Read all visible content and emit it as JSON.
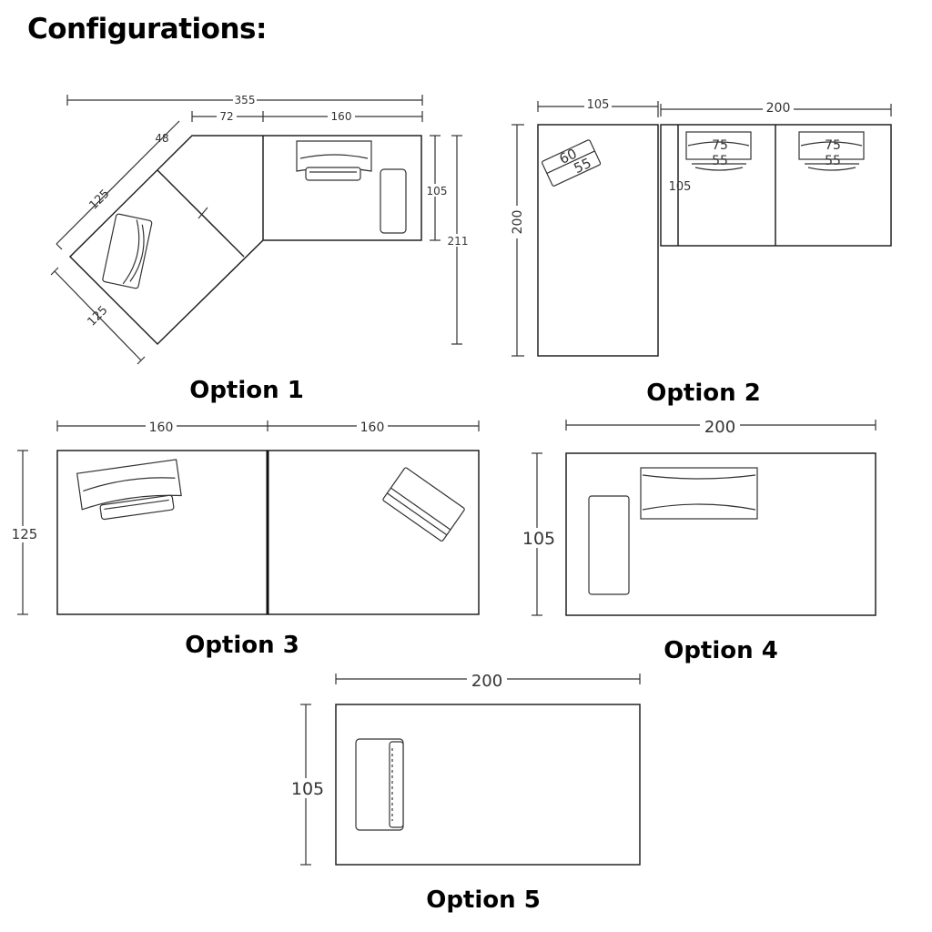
{
  "title": "Configurations:",
  "options": [
    {
      "label": "Option 1",
      "dims": {
        "total": "355",
        "seg_a": "72",
        "seg_b": "160",
        "corner": "48",
        "diag_top": "125",
        "diag_bottom": "125",
        "depth": "105",
        "height": "211"
      }
    },
    {
      "label": "Option 2",
      "dims": {
        "left_width": "105",
        "right_width": "200",
        "left_height": "200",
        "right_height": "105",
        "chair_a": "60",
        "chair_b": "55",
        "cab1_a": "75",
        "cab1_b": "55",
        "cab2_a": "75",
        "cab2_b": "55"
      }
    },
    {
      "label": "Option 3",
      "dims": {
        "left_width": "160",
        "right_width": "160",
        "height": "125"
      }
    },
    {
      "label": "Option 4",
      "dims": {
        "width": "200",
        "height": "105"
      }
    },
    {
      "label": "Option 5",
      "dims": {
        "width": "200",
        "height": "105"
      }
    }
  ]
}
